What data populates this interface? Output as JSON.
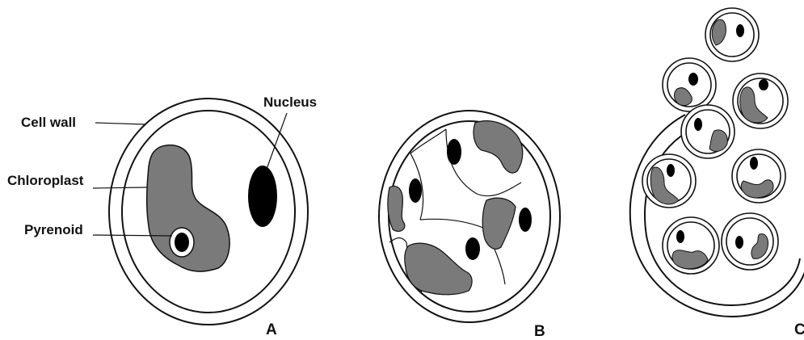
{
  "labels": {
    "cell_wall": "Cell wall",
    "chloroplast": "Chloroplast",
    "pyrenoid": "Pyrenoid",
    "nucleus": "Nucleus"
  },
  "panels": {
    "a": "A",
    "b": "B",
    "c": "C"
  },
  "colors": {
    "outline": "#111111",
    "chloroplast": "#7a7a7a",
    "nucleus": "#000000",
    "background": "#ffffff"
  }
}
